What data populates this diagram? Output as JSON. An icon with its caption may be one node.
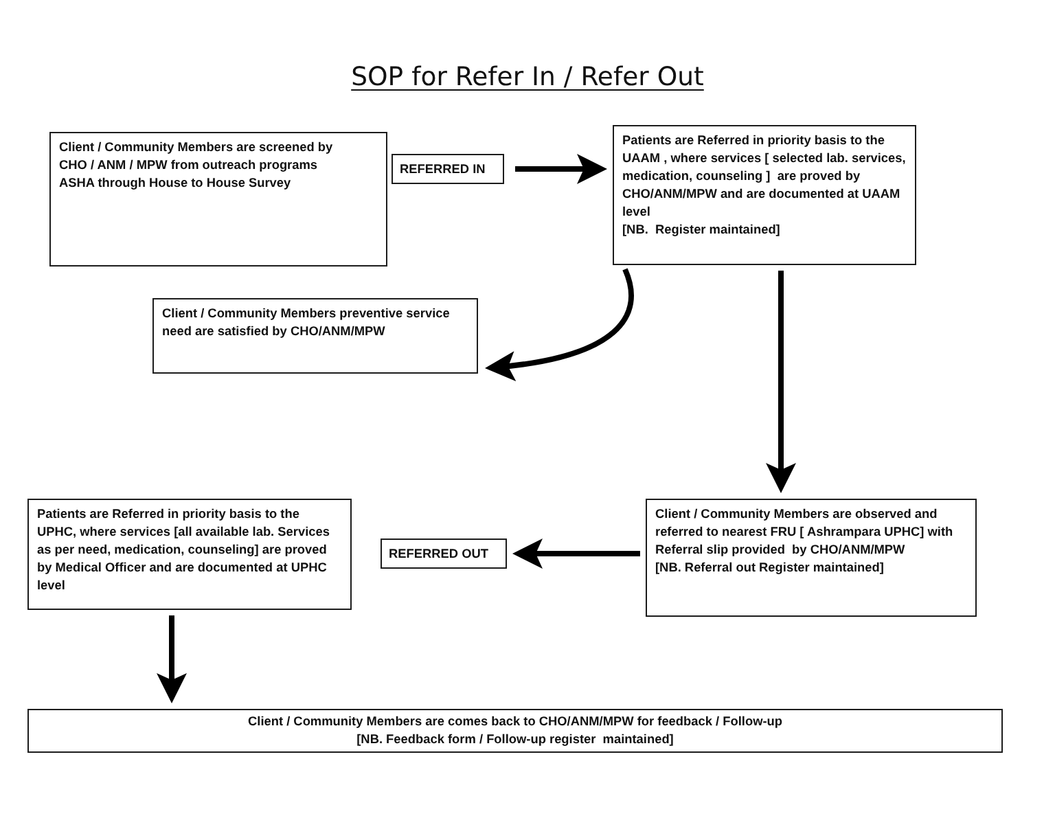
{
  "diagram": {
    "title": "SOP for Refer In / Refer Out",
    "nodes": [
      {
        "text": [
          "Client / Community Members are screened by CHO / ANM / MPW from outreach programs ASHA through House to House Survey"
        ]
      },
      {
        "text": [
          "REFERRED IN"
        ]
      },
      {
        "text": [
          "Patients are Referred in priority basis to the UAAM , where services [ selected lab. services, medication, counseling ]  are proved by CHO/ANM/MPW and are documented at UAAM level",
          "[NB.  Register maintained]"
        ]
      },
      {
        "text": [
          "Client / Community Members preventive service need are satisfied by CHO/ANM/MPW"
        ]
      },
      {
        "text": [
          "Patients are Referred in priority basis to the UPHC, where services [all available lab. Services as per need, medication, counseling] are proved by Medical Officer and are documented at UPHC level"
        ]
      },
      {
        "text": [
          "REFERRED OUT"
        ]
      },
      {
        "text": [
          "Client / Community Members are observed and referred to nearest FRU [ Ashrampara UPHC] with Referral slip provided  by CHO/ANM/MPW",
          "[NB. Referral out Register maintained]"
        ]
      },
      {
        "text": [
          "Client / Community Members are comes back to CHO/ANM/MPW for feedback / Follow-up",
          "[NB. Feedback form / Follow-up register  maintained]"
        ]
      }
    ],
    "edges": [
      {
        "from": 1,
        "to": 2,
        "arrow": "to"
      },
      {
        "from": 2,
        "to": 3,
        "arrow": "to"
      },
      {
        "from": 2,
        "to": 6,
        "arrow": "to"
      },
      {
        "from": 6,
        "to": 5,
        "arrow": "to"
      },
      {
        "from": 4,
        "to": 7,
        "arrow": "to"
      }
    ]
  }
}
